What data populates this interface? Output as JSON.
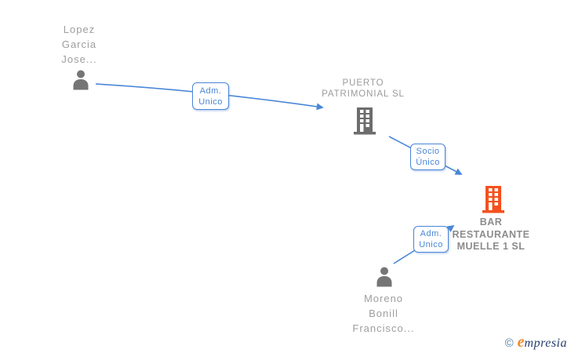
{
  "diagram_title": "corporate-relationships-chart",
  "colors": {
    "edge_blue": "#4a86d8",
    "edge_label_text": "#4a86d8",
    "node_text_gray": "#9e9e9e",
    "highlight_node_text_gray": "#8c8c8c",
    "person_icon_gray": "#757575",
    "building_icon_gray": "#6d6d6d",
    "building_icon_orange": "#f4511e",
    "logo_copyright_teal": "#4f7f9f",
    "logo_e_orange": "#ef8a2b",
    "logo_text_navy": "#27406e",
    "background": "#ffffff"
  },
  "nodes": {
    "lopez": {
      "label": "Lopez Garcia Jose...",
      "type": "person"
    },
    "puerto": {
      "label": "PUERTO PATRIMONIAL SL",
      "type": "company"
    },
    "bar": {
      "label": "BAR RESTAURANTE MUELLE 1 SL",
      "type": "company",
      "highlighted": true
    },
    "moreno": {
      "label": "Moreno Bonill Francisco...",
      "type": "person"
    }
  },
  "edges": [
    {
      "label": "Adm. Unico",
      "from": "lopez",
      "to": "puerto"
    },
    {
      "label": "Socio Único",
      "from": "puerto",
      "to": "bar"
    },
    {
      "label": "Adm. Unico",
      "from": "moreno",
      "to": "bar"
    }
  ],
  "watermark": {
    "copyright_symbol": "©",
    "brand_initial": "e",
    "brand_rest": "mpresia"
  }
}
